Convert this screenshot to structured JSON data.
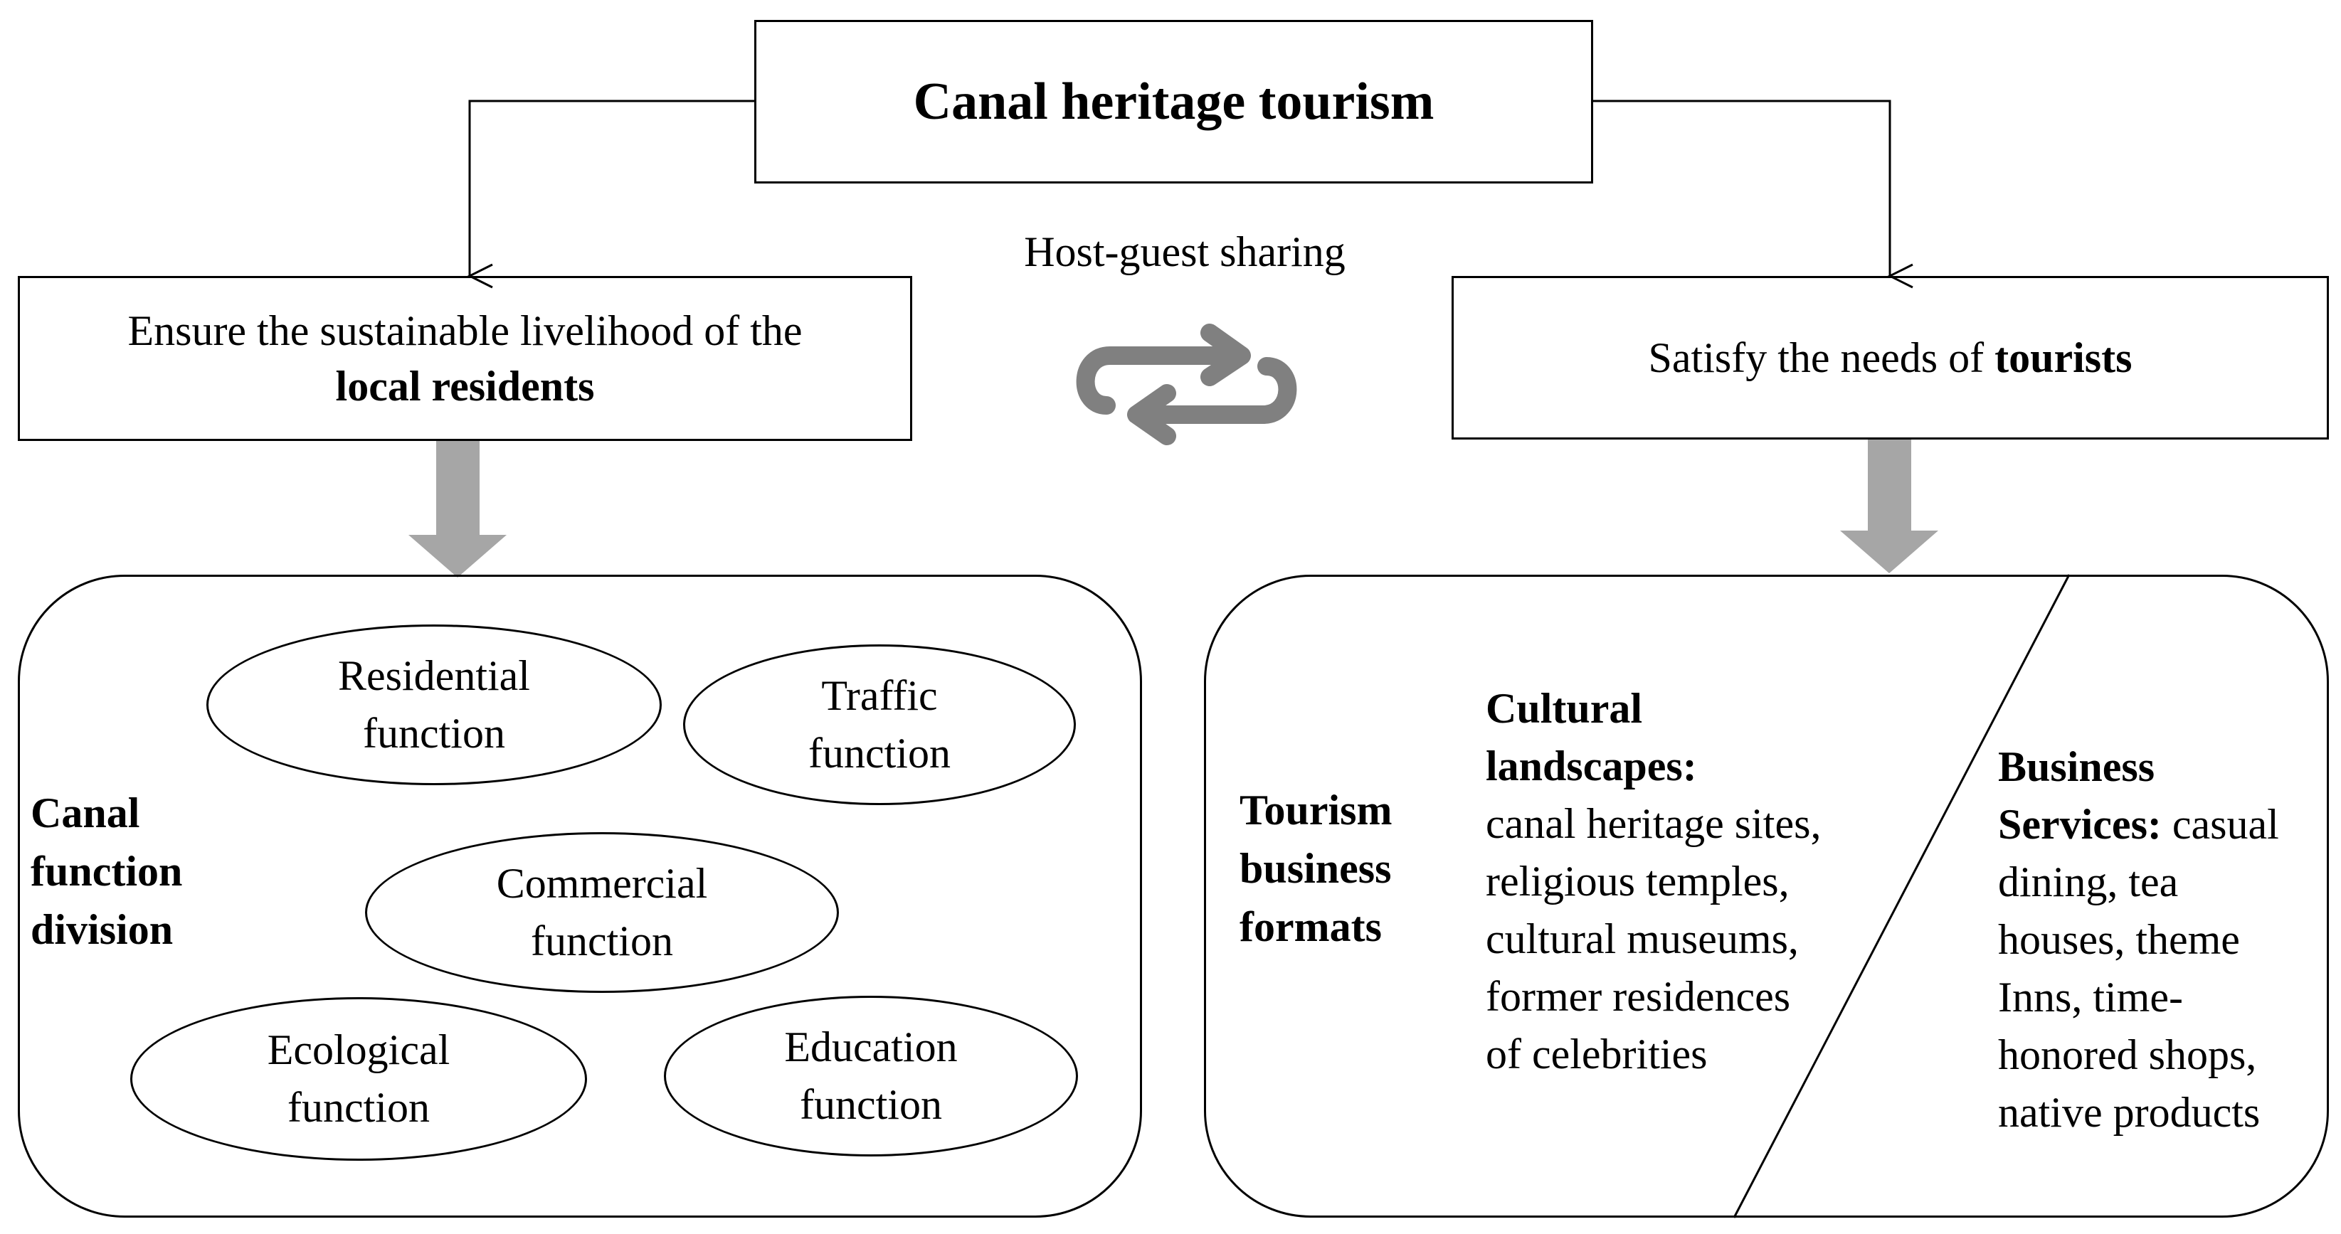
{
  "title": "Canal heritage tourism",
  "exchange": {
    "label": "Host-guest sharing"
  },
  "left_goal": {
    "text_line1": "Ensure the sustainable livelihood of the",
    "bold_text": "local residents"
  },
  "right_goal": {
    "text_prefix": "Satisfy the needs of ",
    "bold_text": "tourists"
  },
  "left_panel": {
    "label_lines": [
      "Canal",
      "function",
      "division"
    ],
    "functions": [
      {
        "line1": "Residential",
        "line2": "function"
      },
      {
        "line1": "Traffic",
        "line2": "function"
      },
      {
        "line1": "Commercial",
        "line2": "function"
      },
      {
        "line1": "Ecological",
        "line2": "function"
      },
      {
        "line1": "Education",
        "line2": "function"
      }
    ]
  },
  "right_panel": {
    "label_lines": [
      "Tourism",
      "business",
      "formats"
    ],
    "cultural": {
      "heading_lines": [
        "Cultural",
        "landscapes:"
      ],
      "lines": [
        "canal heritage sites,",
        "religious temples,",
        "cultural museums,",
        "former residences",
        "of celebrities"
      ]
    },
    "business": {
      "heading_line1": "Business",
      "heading_line2": "Services:",
      "line2_rest": " casual",
      "lines": [
        "dining, tea",
        "houses, theme",
        "Inns, time-",
        "honored shops,",
        "native products"
      ]
    }
  },
  "colors": {
    "stroke": "#000000",
    "arrow_gray": "#a6a6a6",
    "cycle_gray": "#808080"
  }
}
